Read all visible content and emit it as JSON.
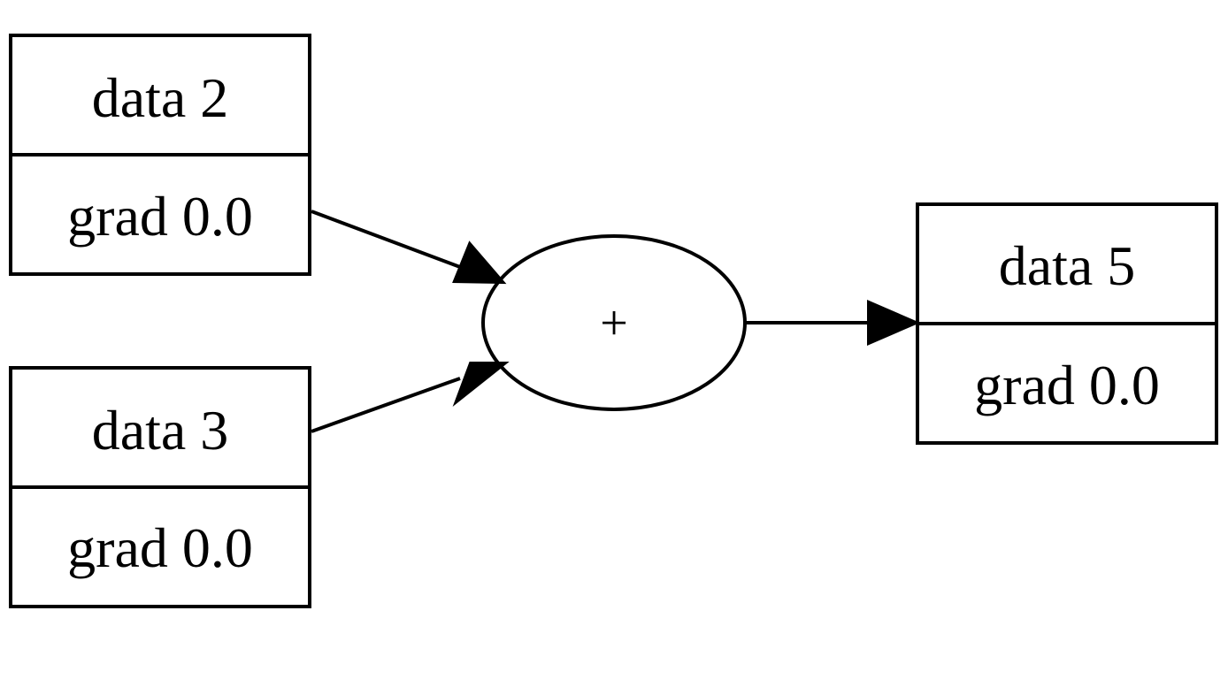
{
  "graph": {
    "nodes": {
      "data2": {
        "data_label": "data 2",
        "grad_label": "grad 0.0"
      },
      "data3": {
        "data_label": "data 3",
        "grad_label": "grad 0.0"
      },
      "data5": {
        "data_label": "data 5",
        "grad_label": "grad 0.0"
      }
    },
    "op": {
      "symbol": "+"
    },
    "edges": [
      {
        "from": "data2",
        "to": "op"
      },
      {
        "from": "data3",
        "to": "op"
      },
      {
        "from": "op",
        "to": "data5"
      }
    ]
  }
}
